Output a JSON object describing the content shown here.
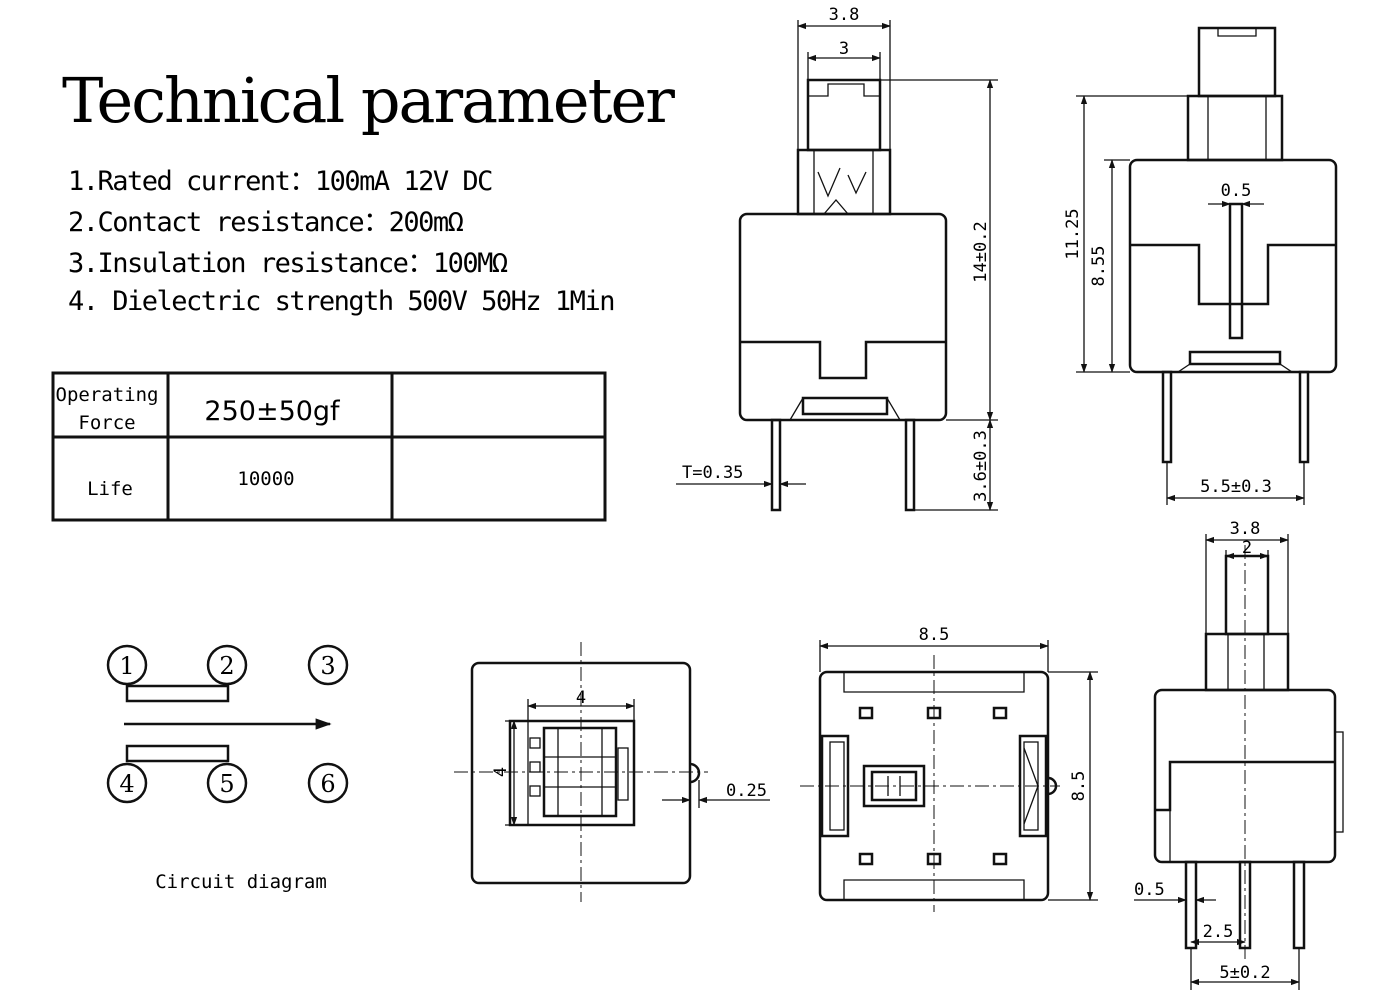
{
  "title": "Technical parameter",
  "specs": [
    "1.Rated current：100mA 12V DC",
    "2.Contact resistance：200mΩ",
    "3.Insulation resistance：100MΩ",
    "4. Dielectric strength 500V 50Hz 1Min"
  ],
  "table": {
    "rows": [
      {
        "label_line1": "Operating",
        "label_line2": "Force",
        "value": "250±50gf",
        "extra": ""
      },
      {
        "label": "Life",
        "value": "10000",
        "extra": ""
      }
    ]
  },
  "circuit": {
    "pins": [
      "1",
      "2",
      "3",
      "4",
      "5",
      "6"
    ],
    "caption": "Circuit diagram"
  },
  "dimensions": {
    "front_top_outer": "3.8",
    "front_top_inner": "3",
    "front_height": "14±0.2",
    "front_pin_length": "3.6±0.3",
    "front_pin_thickness": "T=0.35",
    "side_total_height": "11.25",
    "side_body_height": "8.55",
    "side_slot_width": "0.5",
    "side_pin_pitch": "5.5±0.3",
    "top_square_width": "4",
    "top_square_height": "4",
    "top_offset": "0.25",
    "bottom_width": "8.5",
    "bottom_height": "8.5",
    "end_top_outer": "3.8",
    "end_top_inner": "2",
    "end_pin_width": "0.5",
    "end_pin_half_pitch": "2.5",
    "end_pin_pitch": "5±0.2"
  }
}
